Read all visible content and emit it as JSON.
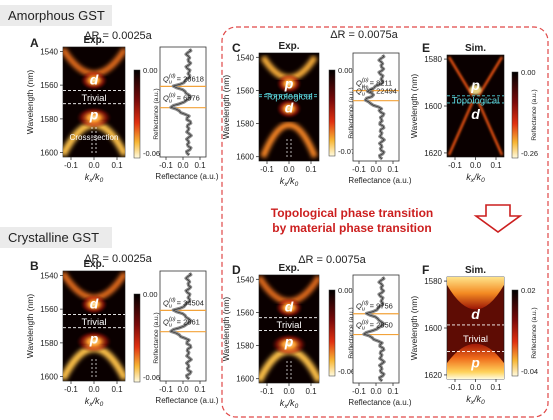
{
  "headers": {
    "amorphous": "Amorphous GST",
    "crystalline": "Crystalline GST"
  },
  "transition": {
    "line1": "Topological phase transition",
    "line2": "by material phase transition"
  },
  "panels": {
    "A": {
      "letter": "A",
      "dr": "ΔR = 0.0025a",
      "title": "Exp.",
      "upper": "d",
      "lower": "p",
      "region": "Trivial",
      "qu_upper": "= 28618",
      "qu_lower": "= 6576",
      "cross": "Cross-section"
    },
    "B": {
      "letter": "B",
      "dr": "ΔR = 0.0025a",
      "title": "Exp.",
      "upper": "d",
      "lower": "p",
      "region": "Trivial",
      "qu_upper": "= 34504",
      "qu_lower": "= 2861"
    },
    "C": {
      "letter": "C",
      "dr": "ΔR = 0.0075a",
      "title": "Exp.",
      "upper": "p",
      "lower": "d",
      "region": "Topological",
      "qu_upper": "= 8211",
      "qu_lower": "= 22494"
    },
    "D": {
      "letter": "D",
      "dr": "ΔR = 0.0075a",
      "title": "Exp.",
      "upper": "d",
      "lower": "p",
      "region": "Trivial",
      "qu_upper": "= 9756",
      "qu_lower": "= 2850"
    },
    "E": {
      "letter": "E",
      "title": "Sim.",
      "upper": "p",
      "lower": "d",
      "region": "Topological"
    },
    "F": {
      "letter": "F",
      "title": "Sim.",
      "upper": "d",
      "lower": "p",
      "region": "Trivial"
    }
  },
  "axes": {
    "ylabel": "Wavelength (nm)",
    "xlabel": "kx/k0",
    "xticks": [
      "-0.1",
      "0.0",
      "0.1"
    ],
    "exp_yticks": [
      "1540",
      "1560",
      "1580",
      "1600"
    ],
    "sim_yticks": [
      "1580",
      "1600",
      "1620"
    ],
    "reflectance_label": "Reflectance (a.u.)",
    "refl_xticks": [
      "-0.1",
      "0.0",
      "0.1"
    ]
  },
  "colorbars": {
    "A": {
      "top": "0.00",
      "bottom": "-0.06"
    },
    "B": {
      "top": "0.00",
      "bottom": "-0.06"
    },
    "C": {
      "top": "0.00",
      "bottom": "-0.07"
    },
    "D": {
      "top": "0.00",
      "bottom": "-0.06"
    },
    "E": {
      "top": "0.00",
      "bottom": "-0.26"
    },
    "F": {
      "top": "0.02",
      "bottom": "-0.04"
    },
    "label": "Reflectance (a.u.)"
  },
  "q_symbols": {
    "d": "Q(d)u",
    "p": "Q(p)u"
  },
  "colors": {
    "dashed_border": "#e04848",
    "accent_text": "#cc1f1f",
    "trivial_line": "#ffffff",
    "topological_line": "#4fd0d8",
    "topological_text": "#5fd6dc",
    "orange_line": "#f2a23a"
  }
}
